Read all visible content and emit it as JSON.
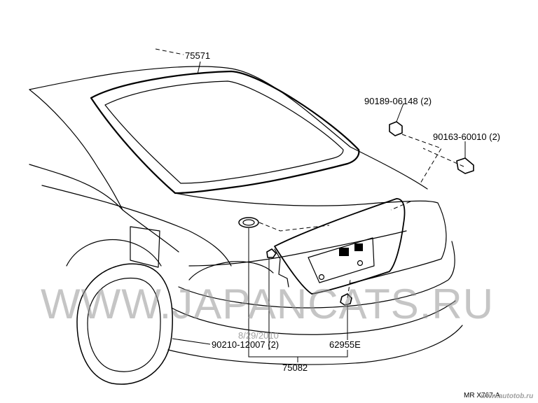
{
  "diagram": {
    "parts": [
      {
        "label": "75571"
      },
      {
        "label": "90189-06148 (2)"
      },
      {
        "label": "90163-60010 (2)"
      },
      {
        "label": "90210-12007 (2)"
      },
      {
        "label": "62955E"
      },
      {
        "label": "75082"
      }
    ],
    "watermark": "WWW.JAPANCATS.RU",
    "date_stamp": "8/29/2010",
    "illustration_id": "MR  X767-A",
    "site_watermark": "www.autotob.ru"
  }
}
